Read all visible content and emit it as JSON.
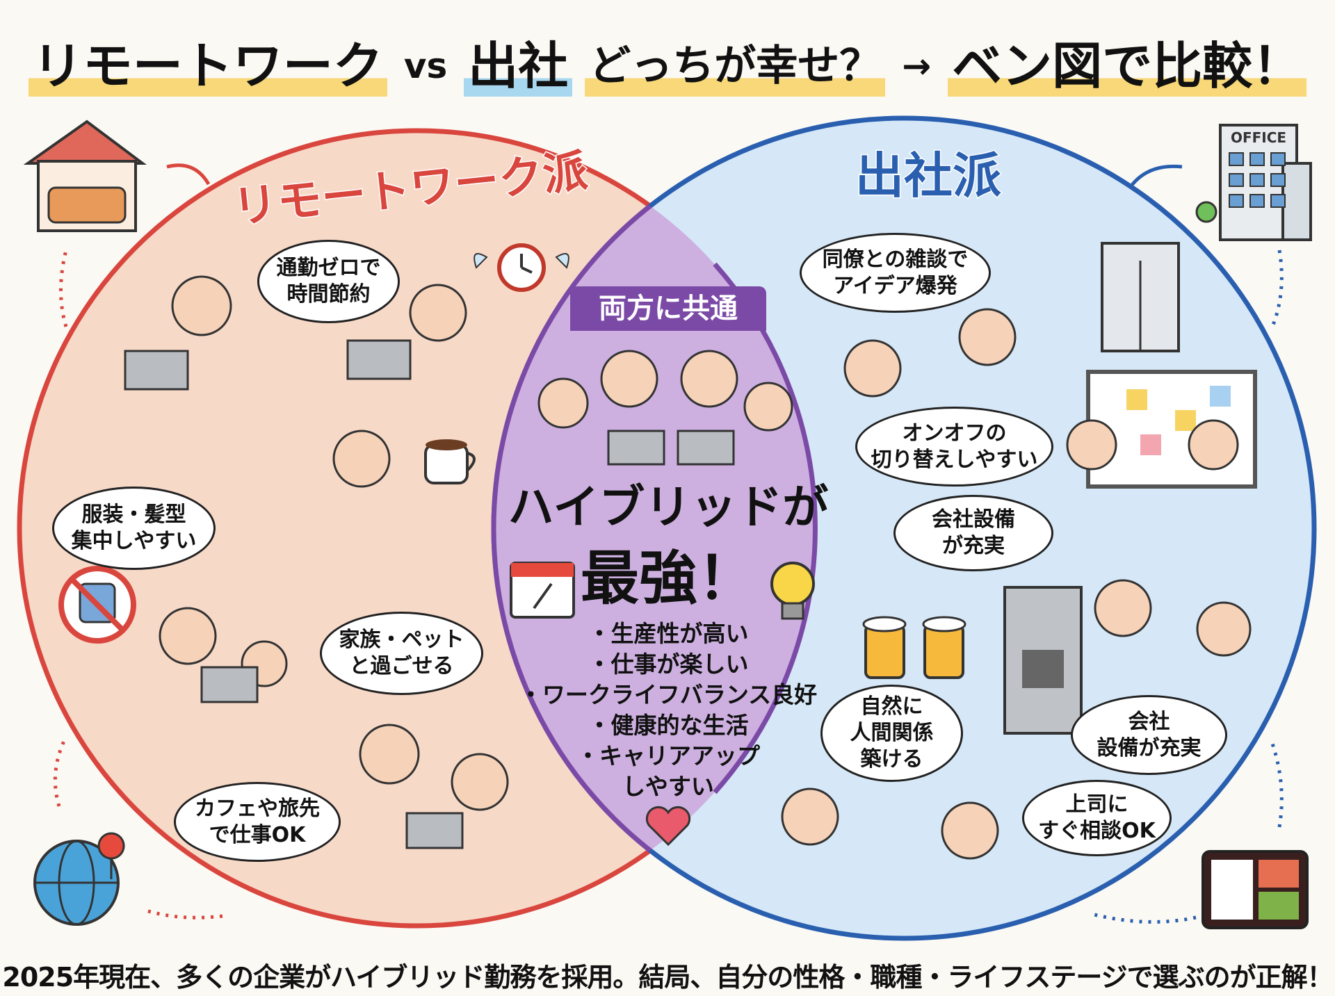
{
  "title": {
    "part1": "リモートワーク",
    "vs": "vs",
    "part2": "出社",
    "part3": "どっちが幸せ？",
    "arrow": "→",
    "part4": "ベン図で比較！"
  },
  "colors": {
    "remote_circle": "#d9463e",
    "remote_fill": "#f7d9c8",
    "office_circle": "#2a5fb0",
    "office_fill": "#d6e8f7",
    "common_fill": "#cdb0e0",
    "common_border": "#7b4aa6",
    "highlight_yellow": "#f8d878",
    "highlight_blue": "#a8d8f0"
  },
  "remote": {
    "heading": "リモートワーク派",
    "bubbles": [
      {
        "lines": [
          "通勤ゼロで",
          "時間節約"
        ]
      },
      {
        "lines": [
          "服装・髪型",
          "集中しやすい"
        ]
      },
      {
        "lines": [
          "家族・ペット",
          "と過ごせる"
        ]
      },
      {
        "lines": [
          "カフェや旅先",
          "で仕事OK"
        ]
      }
    ],
    "icons": [
      "house-sofa-icon",
      "flying-clock-icon",
      "no-train-icon",
      "globe-pin-icon",
      "coffee-cup-icon"
    ]
  },
  "office": {
    "heading": "出社派",
    "building_sign": "OFFICE",
    "bubbles": [
      {
        "lines": [
          "同僚との雑談で",
          "アイデア爆発"
        ]
      },
      {
        "lines": [
          "オンオフの",
          "切り替えしやすい"
        ]
      },
      {
        "lines": [
          "会社設備",
          "が充実"
        ]
      },
      {
        "lines": [
          "自然に",
          "人間関係",
          "築ける"
        ]
      },
      {
        "lines": [
          "会社",
          "設備が充実"
        ]
      },
      {
        "lines": [
          "上司に",
          "すぐ相談OK"
        ]
      }
    ],
    "icons": [
      "office-building-icon",
      "elevator-icon",
      "whiteboard-icon",
      "beer-mugs-icon",
      "coffee-machine-icon",
      "bento-box-icon"
    ]
  },
  "common": {
    "label": "両方に共通",
    "headline1": "ハイブリッドが",
    "headline2": "最強！",
    "benefits": [
      "・生産性が高い",
      "・仕事が楽しい",
      "・ワークライフバランス良好",
      "・健康的な生活",
      "・キャリアアップ",
      "しやすい"
    ],
    "icons": [
      "calendar-icon",
      "lightbulb-icon",
      "heart-icon"
    ]
  },
  "footer": "2025年現在、多くの企業がハイブリッド勤務を採用。結局、自分の性格・職種・ライフステージで選ぶのが正解！"
}
